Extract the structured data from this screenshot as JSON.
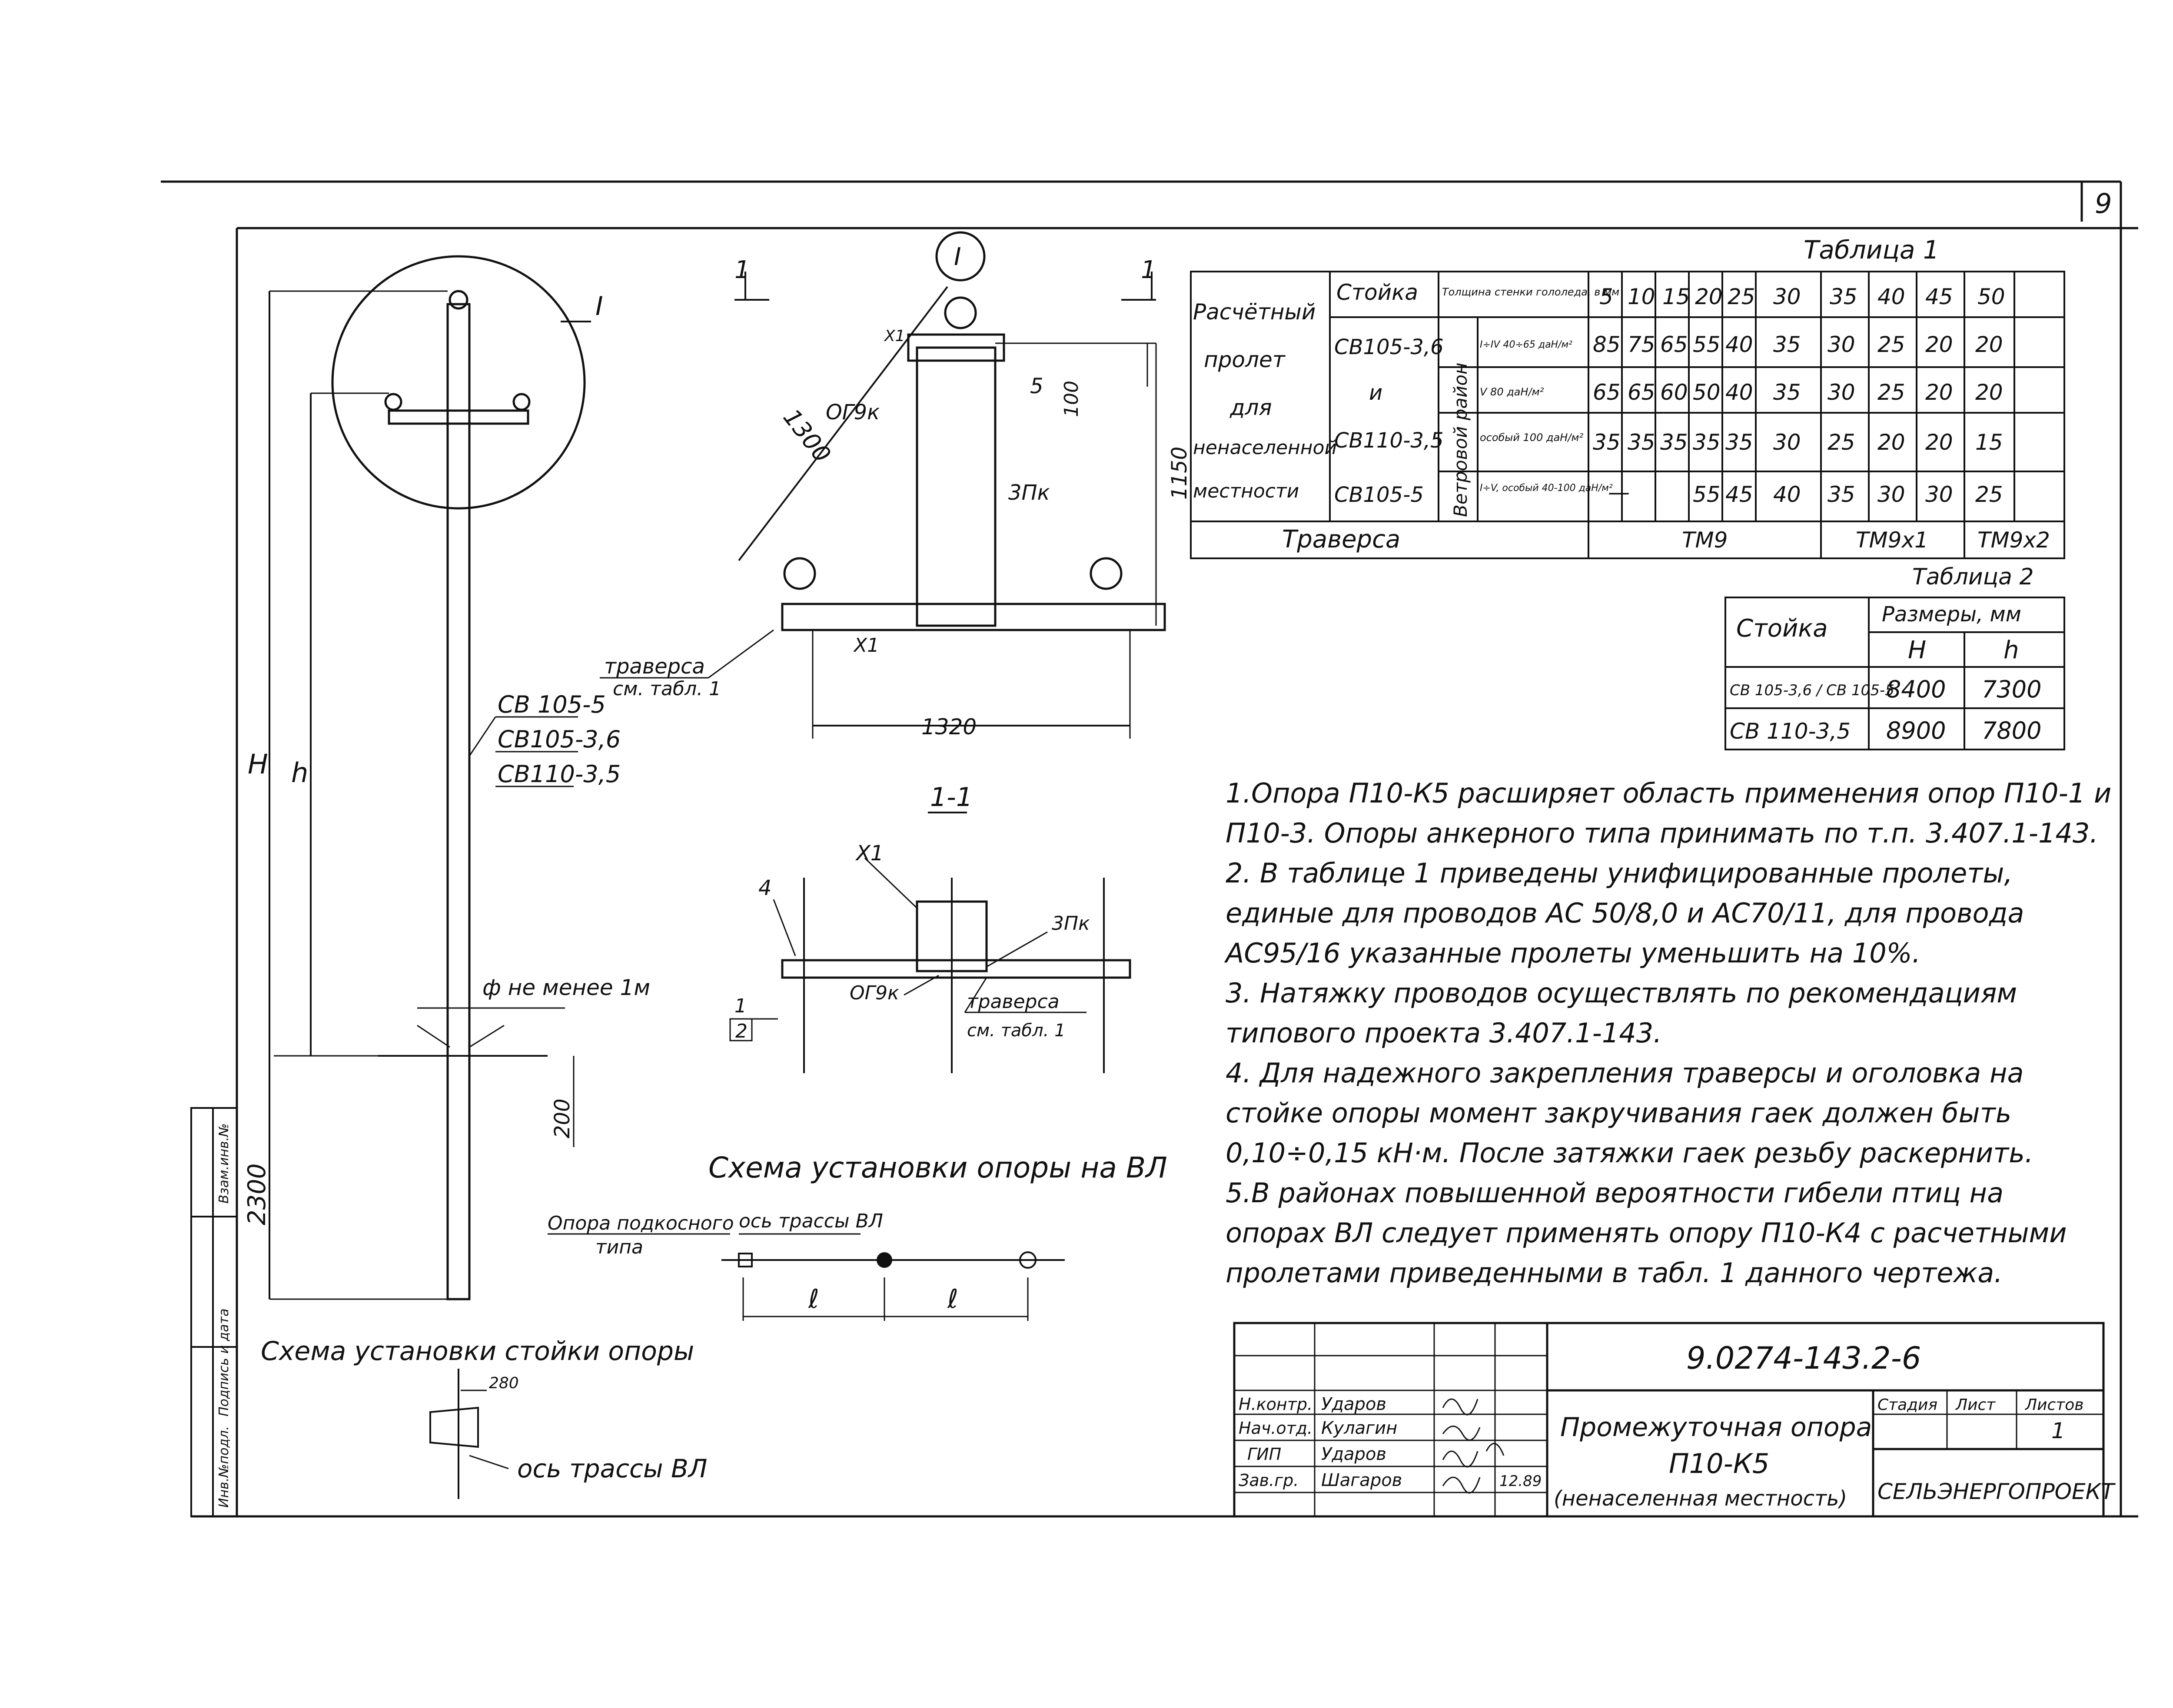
{
  "sheet": {
    "sheet_no": "9",
    "doc_code": "9.0274-143.2-6",
    "drawing_title_1": "Промежуточная опора",
    "drawing_title_2": "П10-К5",
    "drawing_title_3": "(ненаселенная местность)",
    "org": "СЕЛЬЭНЕРГОПРОЕКТ",
    "stage_label": "Стадия",
    "list_label": "Лист",
    "lists_label": "Листов",
    "lists_value": "1",
    "signers": [
      {
        "role": "Н.контр.",
        "name": "Ударов"
      },
      {
        "role": "Нач.отд.",
        "name": "Кулагин"
      },
      {
        "role": "ГИП",
        "name": "Ударов"
      },
      {
        "role": "Зав.гр.",
        "name": "Шагаров",
        "date": "12.89"
      }
    ],
    "side_stamp": [
      "Инв.№подл.",
      "Подпись и дата",
      "Взам.инв.№"
    ]
  },
  "drawing": {
    "callout_I": "I",
    "section_mark": "1",
    "section_title": "1-1",
    "pole_labels": [
      "СВ 105-5",
      "СВ105-3,6",
      "СВ110-3,5"
    ],
    "dim_H": "H",
    "dim_h": "h",
    "dim_2300": "2300",
    "dim_200": "200",
    "ground_note": "ф не менее 1м",
    "traverse_label_1": "траверса",
    "traverse_label_2": "см. табл. 1",
    "dim_1300": "1300",
    "dim_1320": "1320",
    "dim_1150": "1150",
    "dim_100": "100",
    "mark_OG9k": "ОГ9к",
    "mark_3Pk": "3Пк",
    "mark_X1": "Х1",
    "mark_5": "5",
    "mark_4": "4",
    "mark_1": "1",
    "mark_2": "2",
    "scheme_vl_title": "Схема установки опоры на ВЛ",
    "scheme_vl_label_1": "Опора подкосного",
    "scheme_vl_label_2": "типа",
    "scheme_vl_axis": "ось трассы ВЛ",
    "span_symbol": "ℓ",
    "scheme_post_title": "Схема установки стойки опоры",
    "scheme_post_dim": "280",
    "scheme_post_axis": "ось трассы ВЛ"
  },
  "table1": {
    "title": "Таблица 1",
    "row_header": [
      "Расчётный",
      "пролет",
      "для",
      "ненаселенной",
      "местности"
    ],
    "col_post": "Стойка",
    "col_ice": "Толщина стенки гололеда, в мм",
    "ice_values": [
      "5",
      "10",
      "15",
      "20",
      "25",
      "30",
      "35",
      "40",
      "45",
      "50"
    ],
    "wind_label": "Ветровой район",
    "rows": [
      {
        "post": "СВ105-3,6",
        "wind": "I÷IV 40÷65 даН/м²",
        "values": [
          "85",
          "75",
          "65",
          "55",
          "40",
          "35",
          "30",
          "25",
          "20",
          "20"
        ]
      },
      {
        "post": "и",
        "wind": "V 80 даН/м²",
        "values": [
          "65",
          "65",
          "60",
          "50",
          "40",
          "35",
          "30",
          "25",
          "20",
          "20"
        ]
      },
      {
        "post": "СВ110-3,5",
        "wind": "особый 100 даН/м²",
        "values": [
          "35",
          "35",
          "35",
          "35",
          "35",
          "30",
          "25",
          "20",
          "20",
          "15"
        ]
      },
      {
        "post": "СВ105-5",
        "wind": "I÷V, особый 40-100 даН/м²",
        "values": [
          "—",
          "",
          "",
          "55",
          "45",
          "40",
          "35",
          "30",
          "30",
          "25"
        ]
      }
    ],
    "traverse_label": "Траверса",
    "traverse_values": [
      "ТМ9",
      "ТМ9х1",
      "ТМ9х2"
    ]
  },
  "table2": {
    "title": "Таблица 2",
    "col_post": "Стойка",
    "col_sizes": "Размеры, мм",
    "col_H": "H",
    "col_h": "h",
    "rows": [
      {
        "post": "СВ 105-3,6 / СВ 105-5",
        "H": "8400",
        "h": "7300"
      },
      {
        "post": "СВ 110-3,5",
        "H": "8900",
        "h": "7800"
      }
    ]
  },
  "notes": [
    "1.Опора П10-К5 расширяет область применения опор П10-1 и П10-3. Опоры анкерного типа принимать по т.п. 3.407.1-143.",
    "2. В таблице 1 приведены унифицированные пролеты, единые для проводов АС 50/8,0 и АС70/11, для провода АС95/16 указанные пролеты уменьшить на 10%.",
    "3. Натяжку проводов осуществлять по рекомендациям типового проекта 3.407.1-143.",
    "4. Для надежного закрепления траверсы и оголовка на стойке опоры момент закручивания гаек должен быть 0,10÷0,15 кН·м. После затяжки гаек резьбу раскернить.",
    "5.В районах повышенной вероятности гибели птиц на опорах ВЛ следует применять опору П10-К4 с расчетными пролетами приведенными в табл. 1 данного чертежа."
  ]
}
